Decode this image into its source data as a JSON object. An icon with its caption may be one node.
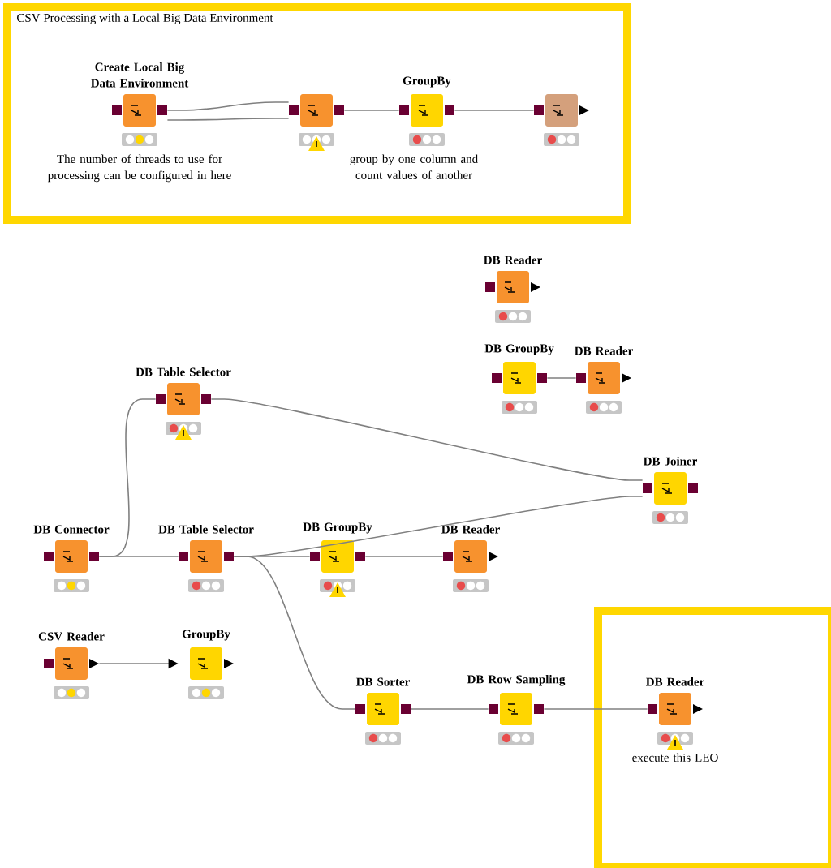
{
  "diagram": {
    "nodes": [
      {
        "text": [
          "CSV Processing with a Local Big Data Environment"
        ]
      },
      {
        "text": [
          "Create Local Big Data Environment"
        ],
        "in": 0,
        "beside": [
          "The number of threads to use for processing can be configured in here"
        ]
      },
      {
        "text": [],
        "shape": "box",
        "in": 0
      },
      {
        "text": [
          "GroupBy"
        ],
        "in": 0,
        "beside": [
          "group by one column and count values of another"
        ]
      },
      {
        "text": [],
        "shape": "box",
        "in": 0
      },
      {
        "text": [
          "DB Reader"
        ]
      },
      {
        "text": [
          "DB GroupBy"
        ]
      },
      {
        "text": [
          "DB Reader"
        ]
      },
      {
        "text": [
          "DB Table Selector"
        ]
      },
      {
        "text": [
          "DB Joiner"
        ]
      },
      {
        "text": [
          "DB Connector"
        ]
      },
      {
        "text": [
          "DB Table Selector"
        ]
      },
      {
        "text": [
          "DB GroupBy"
        ]
      },
      {
        "text": [
          "DB Reader"
        ]
      },
      {
        "text": [
          "CSV Reader"
        ]
      },
      {
        "text": [
          "GroupBy"
        ]
      },
      {
        "text": [
          "DB Sorter"
        ]
      },
      {
        "text": [
          "DB Row Sampling"
        ]
      },
      {
        "text": [],
        "shape": "box"
      },
      {
        "text": [
          "DB Reader"
        ],
        "in": 18,
        "beside": [
          "execute this LEO"
        ]
      }
    ],
    "edges": [
      {
        "from": 1,
        "to": 2,
        "arrow": "none"
      },
      {
        "from": 1,
        "to": 2,
        "arrow": "none"
      },
      {
        "from": 2,
        "to": 3,
        "arrow": "none"
      },
      {
        "from": 3,
        "to": 4,
        "arrow": "none"
      },
      {
        "from": 6,
        "to": 7,
        "arrow": "none"
      },
      {
        "from": 10,
        "to": 8,
        "arrow": "none"
      },
      {
        "from": 10,
        "to": 11,
        "arrow": "none"
      },
      {
        "from": 8,
        "to": 9,
        "arrow": "none"
      },
      {
        "from": 11,
        "to": 9,
        "arrow": "none"
      },
      {
        "from": 11,
        "to": 12,
        "arrow": "none"
      },
      {
        "from": 12,
        "to": 13,
        "arrow": "none"
      },
      {
        "from": 11,
        "to": 16,
        "arrow": "none"
      },
      {
        "from": 16,
        "to": 17,
        "arrow": "none"
      },
      {
        "from": 17,
        "to": 19,
        "arrow": "none"
      },
      {
        "from": 14,
        "to": 15,
        "arrow": "to"
      }
    ]
  }
}
